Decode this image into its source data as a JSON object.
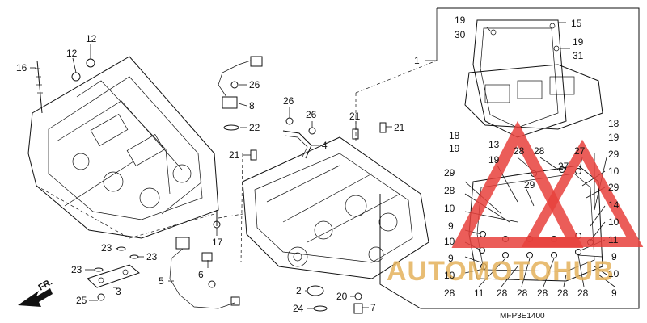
{
  "diagram_code": "MFP3E1400",
  "front_arrow_label": "FR.",
  "watermark_text": "AUTOMOTOHUB",
  "colors": {
    "watermark_triangle": "#e8413c",
    "watermark_text": "#e4b25c",
    "line": "#111111"
  },
  "callouts": [
    {
      "text": "12"
    },
    {
      "text": "12"
    },
    {
      "text": "16"
    },
    {
      "text": "26"
    },
    {
      "text": "8"
    },
    {
      "text": "22"
    },
    {
      "text": "26"
    },
    {
      "text": "26"
    },
    {
      "text": "4"
    },
    {
      "text": "21"
    },
    {
      "text": "21"
    },
    {
      "text": "21"
    },
    {
      "text": "17"
    },
    {
      "text": "23"
    },
    {
      "text": "23"
    },
    {
      "text": "23"
    },
    {
      "text": "3"
    },
    {
      "text": "25"
    },
    {
      "text": "5"
    },
    {
      "text": "6"
    },
    {
      "text": "2"
    },
    {
      "text": "24"
    },
    {
      "text": "20"
    },
    {
      "text": "7"
    },
    {
      "text": "1"
    },
    {
      "text": "19"
    },
    {
      "text": "30"
    },
    {
      "text": "15"
    },
    {
      "text": "19"
    },
    {
      "text": "31"
    },
    {
      "text": "18"
    },
    {
      "text": "19"
    },
    {
      "text": "13"
    },
    {
      "text": "28"
    },
    {
      "text": "28"
    },
    {
      "text": "27"
    },
    {
      "text": "18"
    },
    {
      "text": "19"
    },
    {
      "text": "19"
    },
    {
      "text": "29"
    },
    {
      "text": "29"
    },
    {
      "text": "28"
    },
    {
      "text": "29"
    },
    {
      "text": "10"
    },
    {
      "text": "10"
    },
    {
      "text": "29"
    },
    {
      "text": "9"
    },
    {
      "text": "14"
    },
    {
      "text": "10"
    },
    {
      "text": "10"
    },
    {
      "text": "11"
    },
    {
      "text": "9"
    },
    {
      "text": "9"
    },
    {
      "text": "10"
    },
    {
      "text": "10"
    },
    {
      "text": "28"
    },
    {
      "text": "11"
    },
    {
      "text": "28"
    },
    {
      "text": "28"
    },
    {
      "text": "28"
    },
    {
      "text": "28"
    },
    {
      "text": "28"
    },
    {
      "text": "9"
    },
    {
      "text": "27"
    }
  ]
}
